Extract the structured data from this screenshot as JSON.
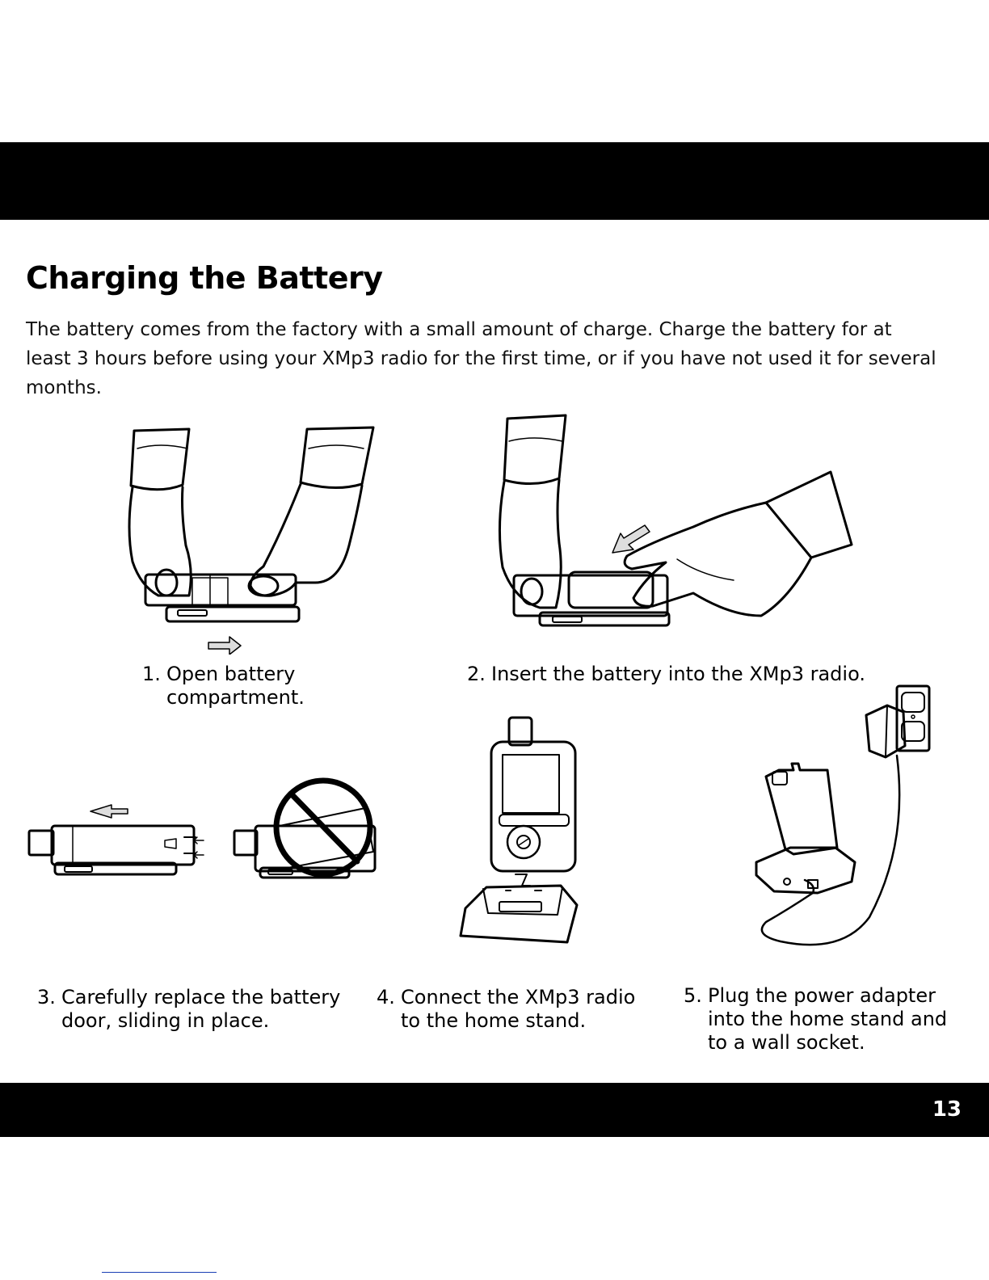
{
  "page": {
    "number": "13"
  },
  "heading": "Charging the Battery",
  "intro": "The battery comes from the factory with a small amount of charge. Charge the battery for at least 3 hours before using your XMp3 radio for the first time, or if you have not used it for several months.",
  "steps": [
    {
      "num": "1.",
      "text": "Open battery\ncompartment."
    },
    {
      "num": "2.",
      "text": "Insert the battery into the XMp3 radio."
    },
    {
      "num": "3.",
      "text": "Carefully replace the battery\ndoor, sliding in place."
    },
    {
      "num": "4.",
      "text": "Connect the XMp3 radio\nto the home stand."
    },
    {
      "num": "5.",
      "text": "Plug the power adapter\ninto the home stand and\nto a wall socket."
    }
  ],
  "icons": {
    "step1": "hands-opening-battery-compartment-illustration",
    "step2": "hand-inserting-battery-illustration",
    "step3": "replacing-battery-door-illustration",
    "step3_wrong": "incorrect-battery-door-prohibited-illustration",
    "step4": "radio-connecting-to-home-stand-illustration",
    "step5": "power-adapter-wall-socket-illustration"
  },
  "colors": {
    "bar": "#000000",
    "text": "#000000",
    "background": "#ffffff"
  }
}
